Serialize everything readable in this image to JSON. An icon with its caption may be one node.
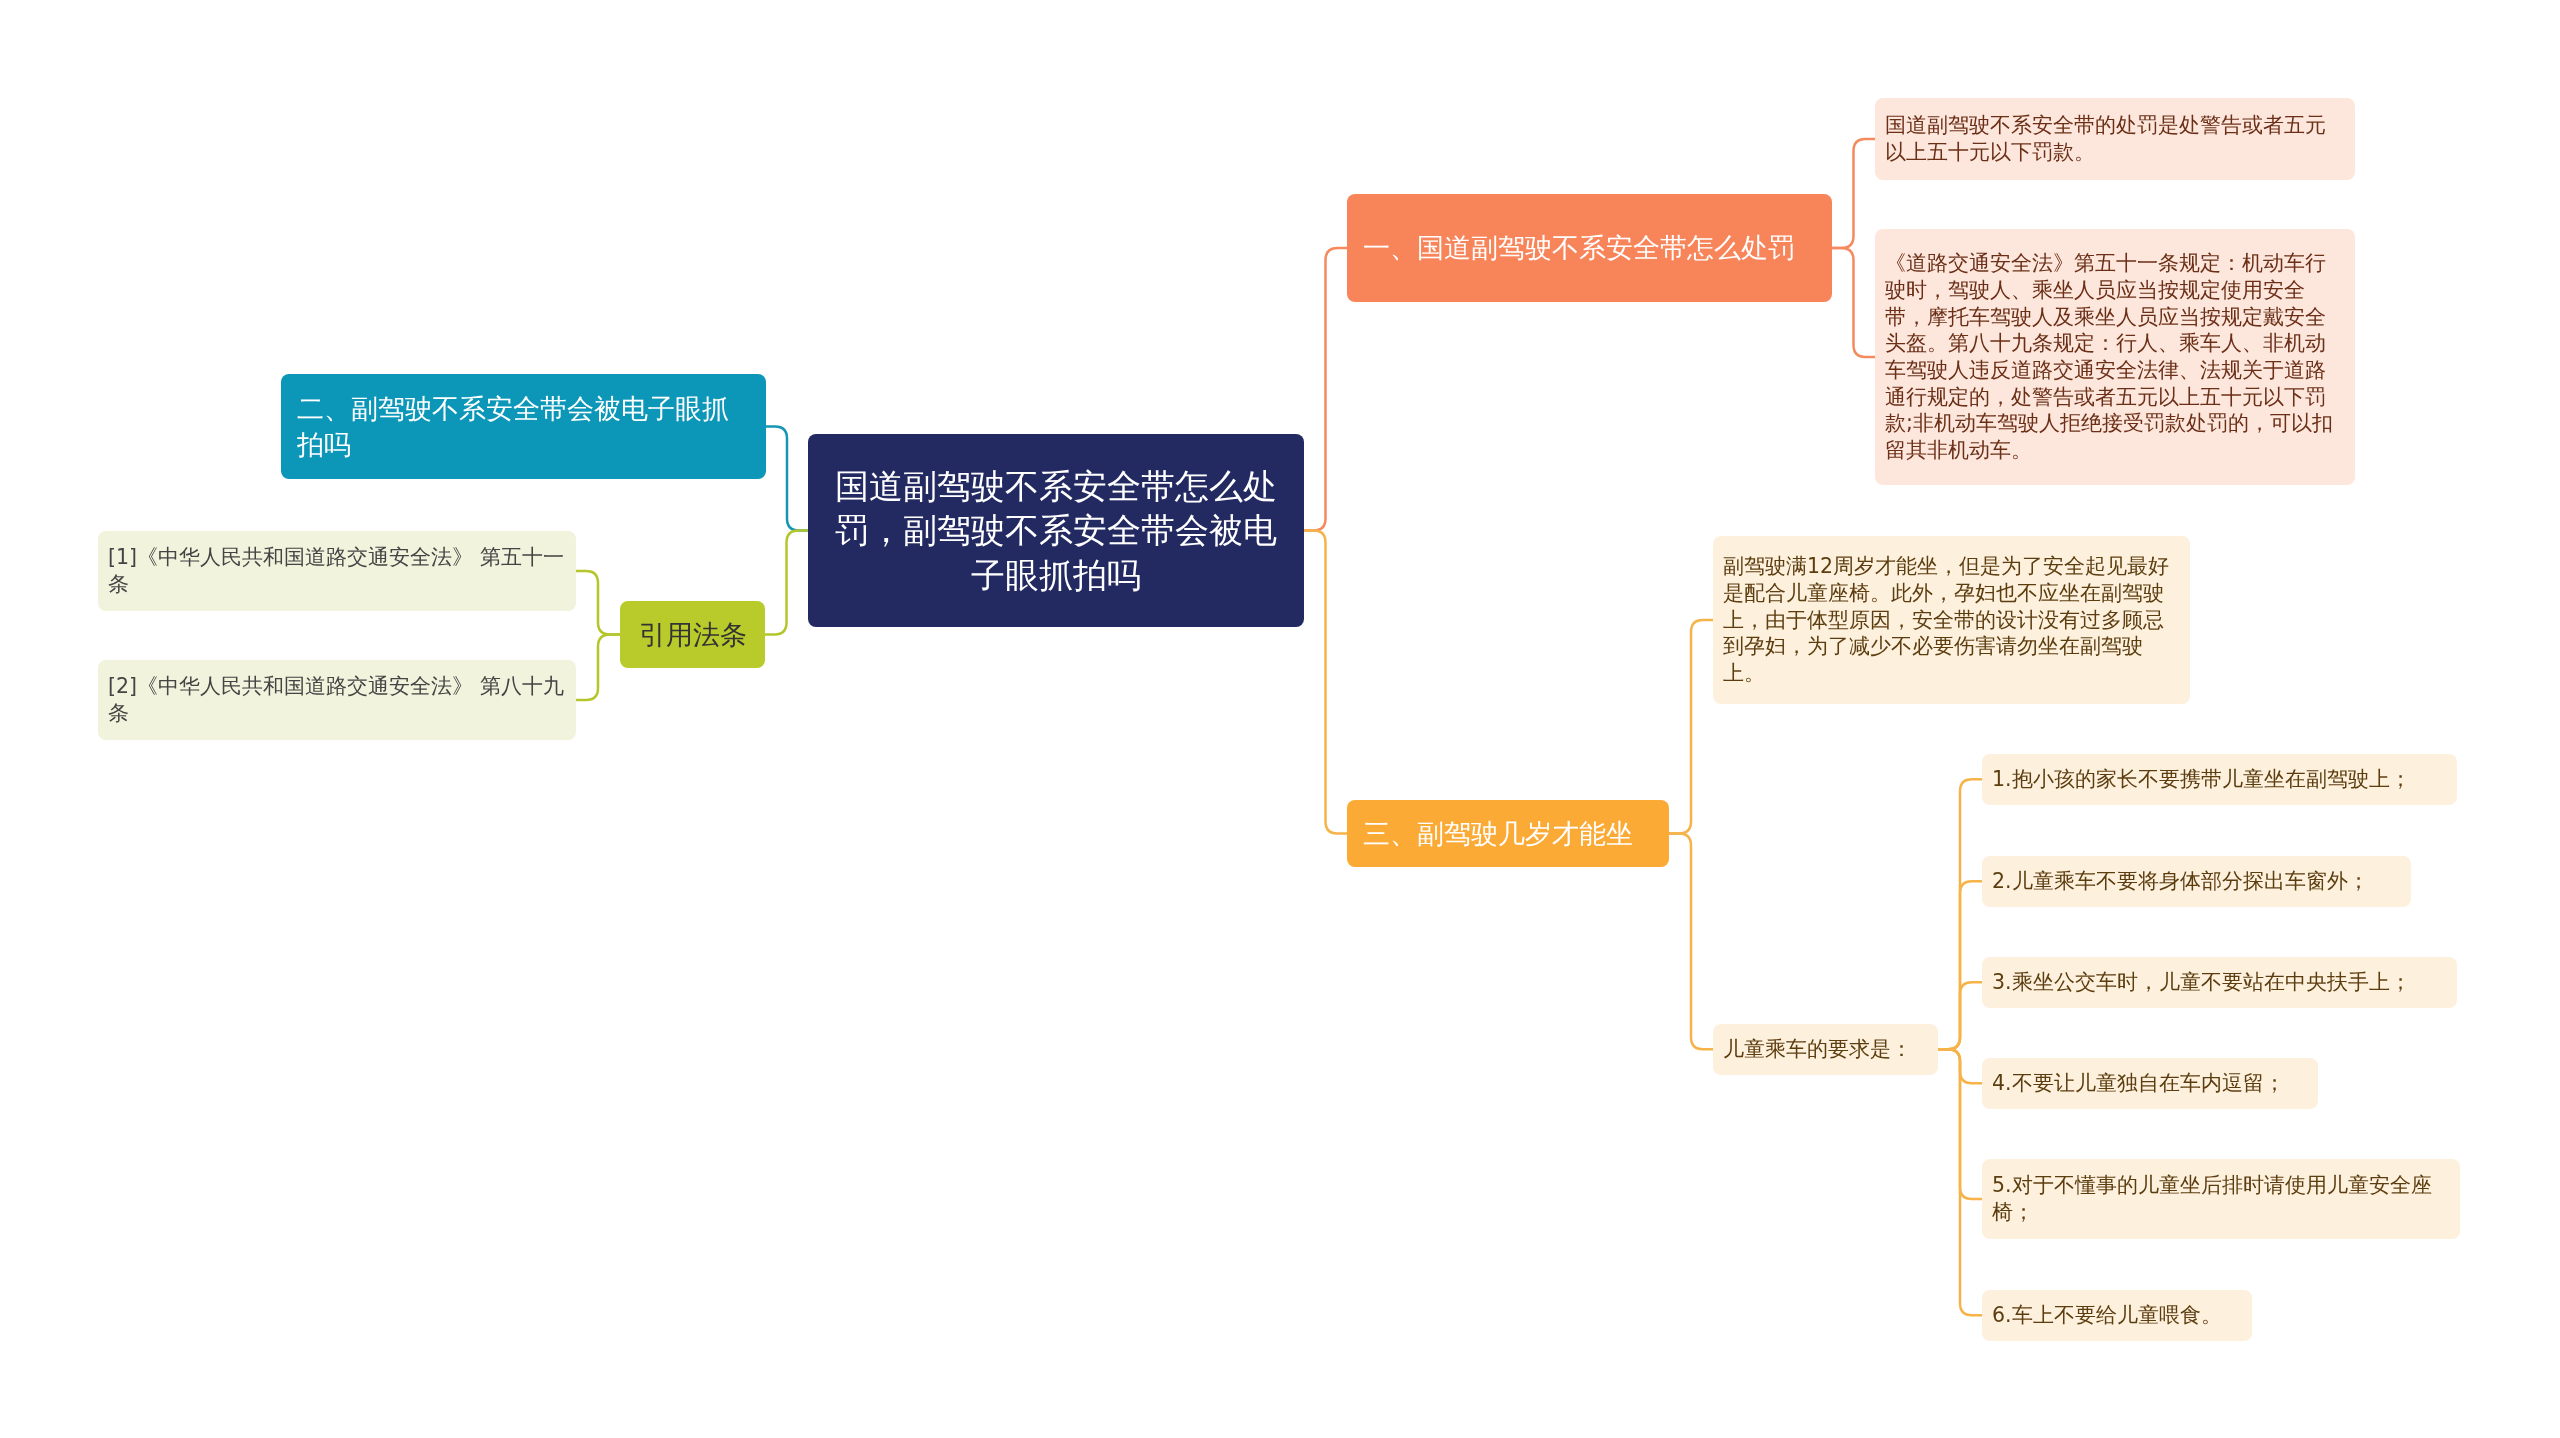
{
  "diagram": {
    "nodes": [
      {
        "text": [
          "国道副驾驶不系安全带怎么处罚，副驾驶不系安全带会被电子眼抓拍吗"
        ]
      },
      {
        "text": [
          "一、国道副驾驶不系安全带怎么处罚"
        ]
      },
      {
        "text": [
          "国道副驾驶不系安全带的处罚是处警告或者五元以上五十元以下罚款。"
        ]
      },
      {
        "text": [
          "《道路交通安全法》第五十一条规定：机动车行驶时，驾驶人、乘坐人员应当按规定使用安全带，摩托车驾驶人及乘坐人员应当按规定戴安全头盔。第八十九条规定：行人、乘车人、非机动车驾驶人违反道路交通安全法律、法规关于道路通行规定的，处警告或者五元以上五十元以下罚款;非机动车驾驶人拒绝接受罚款处罚的，可以扣留其非机动车。"
        ]
      },
      {
        "text": [
          "二、副驾驶不系安全带会被电子眼抓拍吗"
        ]
      },
      {
        "text": [
          "引用法条"
        ]
      },
      {
        "text": [
          "[1]《中华人民共和国道路交通安全法》 第五十一条"
        ]
      },
      {
        "text": [
          "[2]《中华人民共和国道路交通安全法》 第八十九条"
        ]
      },
      {
        "text": [
          "三、副驾驶几岁才能坐"
        ]
      },
      {
        "text": [
          "副驾驶满12周岁才能坐，但是为了安全起见最好是配合儿童座椅。此外，孕妇也不应坐在副驾驶上，由于体型原因，安全带的设计没有过多顾忌到孕妇，为了减少不必要伤害请勿坐在副驾驶上。"
        ]
      },
      {
        "text": [
          "儿童乘车的要求是："
        ]
      },
      {
        "text": [
          "1.抱小孩的家长不要携带儿童坐在副驾驶上；"
        ]
      },
      {
        "text": [
          "2.儿童乘车不要将身体部分探出车窗外；"
        ]
      },
      {
        "text": [
          "3.乘坐公交车时，儿童不要站在中央扶手上；"
        ]
      },
      {
        "text": [
          "4.不要让儿童独自在车内逗留；"
        ]
      },
      {
        "text": [
          "5.对于不懂事的儿童坐后排时请使用儿童安全座椅；"
        ]
      },
      {
        "text": [
          "6.车上不要给儿童喂食。"
        ]
      }
    ],
    "edges": [
      {
        "from": 0,
        "to": 1,
        "arrow": "none",
        "color": "#f58a5f"
      },
      {
        "from": 1,
        "to": 2,
        "arrow": "none",
        "color": "#f58a5f"
      },
      {
        "from": 1,
        "to": 3,
        "arrow": "none",
        "color": "#f58a5f"
      },
      {
        "from": 0,
        "to": 4,
        "arrow": "none",
        "color": "#1596b5"
      },
      {
        "from": 0,
        "to": 5,
        "arrow": "none",
        "color": "#b4c62c"
      },
      {
        "from": 5,
        "to": 6,
        "arrow": "none",
        "color": "#b4c62c"
      },
      {
        "from": 5,
        "to": 7,
        "arrow": "none",
        "color": "#b4c62c"
      },
      {
        "from": 0,
        "to": 8,
        "arrow": "none"
      },
      {
        "from": 8,
        "to": 9,
        "arrow": "none"
      },
      {
        "from": 8,
        "to": 10,
        "arrow": "none"
      },
      {
        "from": 10,
        "to": 11,
        "arrow": "none"
      },
      {
        "from": 10,
        "to": 12,
        "arrow": "none"
      },
      {
        "from": 10,
        "to": 13,
        "arrow": "none"
      },
      {
        "from": 10,
        "to": 14,
        "arrow": "none"
      },
      {
        "from": 10,
        "to": 15,
        "arrow": "none"
      },
      {
        "from": 10,
        "to": 16,
        "arrow": "none"
      }
    ]
  }
}
